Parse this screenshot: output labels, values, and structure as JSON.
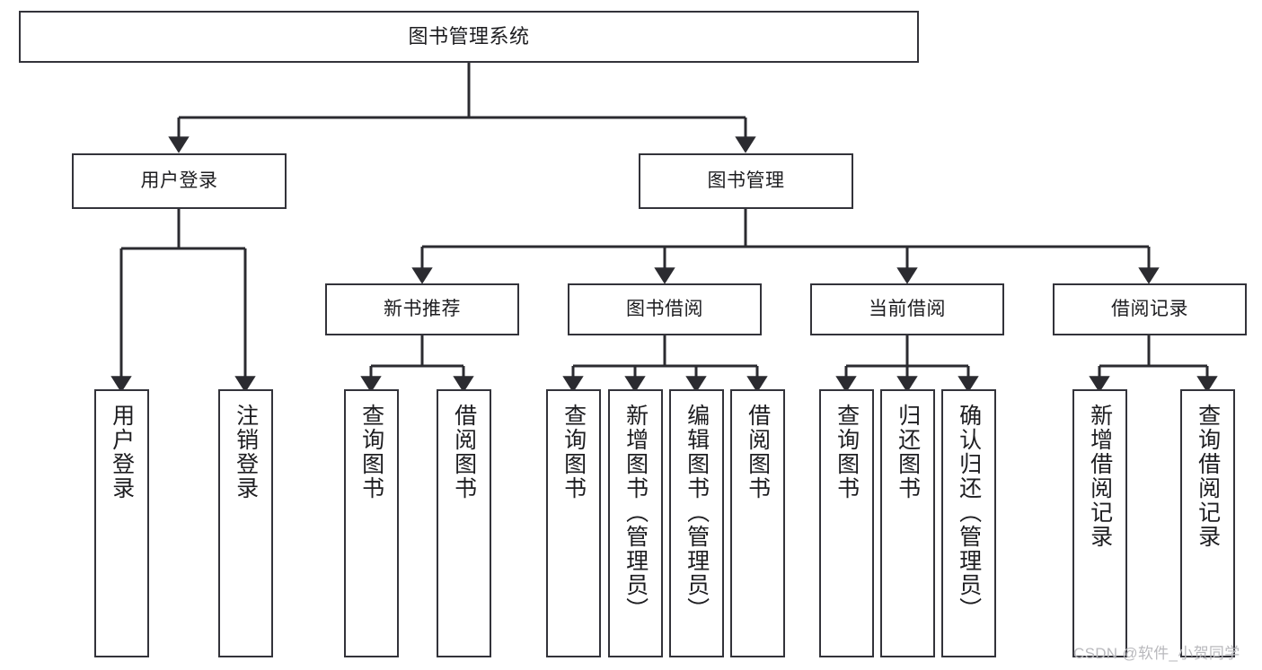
{
  "diagram": {
    "type": "tree-hierarchy",
    "title": "图书管理系统",
    "watermark": "CSDN @软件_小贺同学",
    "colors": {
      "box_border": "#33333a",
      "box_fill": "#ffffff",
      "edge": "#2b2b30",
      "text": "#1d1d20",
      "watermark": "#b9b9bd",
      "background": "#ffffff"
    },
    "levels": [
      {
        "level": 0,
        "nodes": [
          {
            "id": "root",
            "label": "图书管理系统"
          }
        ]
      },
      {
        "level": 1,
        "nodes": [
          {
            "id": "user-login",
            "label": "用户登录",
            "parent": "root"
          },
          {
            "id": "book-manage",
            "label": "图书管理",
            "parent": "root"
          }
        ]
      },
      {
        "level": 2,
        "nodes": [
          {
            "id": "new-book-rec",
            "label": "新书推荐",
            "parent": "book-manage"
          },
          {
            "id": "book-borrow",
            "label": "图书借阅",
            "parent": "book-manage"
          },
          {
            "id": "current-borrow",
            "label": "当前借阅",
            "parent": "book-manage"
          },
          {
            "id": "borrow-record",
            "label": "借阅记录",
            "parent": "book-manage"
          }
        ]
      },
      {
        "level": 3,
        "nodes": [
          {
            "id": "leaf-user-login",
            "label": "用户登录",
            "parent": "user-login"
          },
          {
            "id": "leaf-user-logout",
            "label": "注销登录",
            "parent": "user-login"
          },
          {
            "id": "leaf-rec-query",
            "label": "查询图书",
            "parent": "new-book-rec"
          },
          {
            "id": "leaf-rec-borrow",
            "label": "借阅图书",
            "parent": "new-book-rec"
          },
          {
            "id": "leaf-borrow-query",
            "label": "查询图书",
            "parent": "book-borrow"
          },
          {
            "id": "leaf-borrow-add",
            "label": "新增图书（管理员）",
            "parent": "book-borrow"
          },
          {
            "id": "leaf-borrow-edit",
            "label": "编辑图书（管理员）",
            "parent": "book-borrow"
          },
          {
            "id": "leaf-borrow-lend",
            "label": "借阅图书",
            "parent": "book-borrow"
          },
          {
            "id": "leaf-cur-query",
            "label": "查询图书",
            "parent": "current-borrow"
          },
          {
            "id": "leaf-cur-return",
            "label": "归还图书",
            "parent": "current-borrow"
          },
          {
            "id": "leaf-cur-confirm",
            "label": "确认归还（管理员）",
            "parent": "current-borrow"
          },
          {
            "id": "leaf-rec-add",
            "label": "新增借阅记录",
            "parent": "borrow-record"
          },
          {
            "id": "leaf-rec-query2",
            "label": "查询借阅记录",
            "parent": "borrow-record"
          }
        ]
      }
    ]
  }
}
